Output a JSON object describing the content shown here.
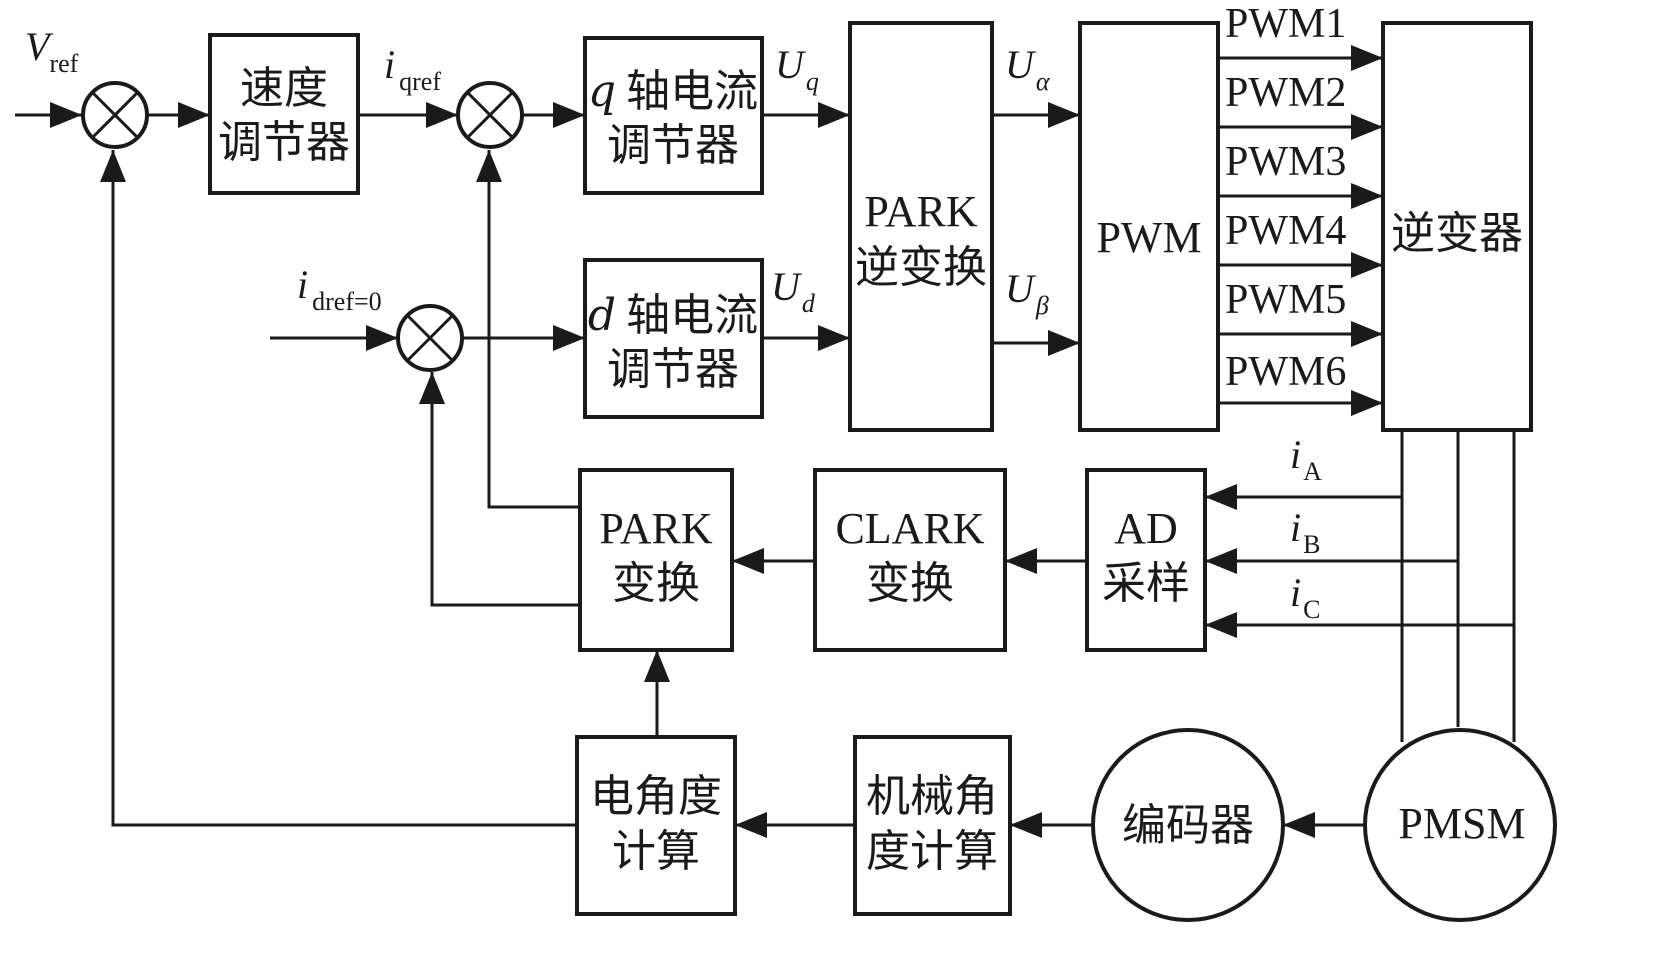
{
  "blocks": {
    "speed_regulator": [
      "速度",
      "调节器"
    ],
    "q_current_regulator": {
      "var": "q",
      "line1": "轴电流",
      "line2": "调节器"
    },
    "d_current_regulator": {
      "var": "d",
      "line1": "轴电流",
      "line2": "调节器"
    },
    "inverse_park": [
      "PARK",
      "逆变换"
    ],
    "pwm": "PWM",
    "inverter": "逆变器",
    "park": [
      "PARK",
      "变换"
    ],
    "clark": [
      "CLARK",
      "变换"
    ],
    "ad_sampling": [
      "AD",
      "采样"
    ],
    "electrical_angle": [
      "电角度",
      "计算"
    ],
    "mechanical_angle": [
      "机械角",
      "度计算"
    ],
    "encoder": "编码器",
    "motor": "PMSM"
  },
  "signals": {
    "v_ref": {
      "main": "V",
      "sub": "ref"
    },
    "i_qref": {
      "main": "i",
      "sub": "qref"
    },
    "i_dref": {
      "main": "i",
      "sub": "dref=0"
    },
    "u_q": {
      "main": "U",
      "sub": "q"
    },
    "u_d": {
      "main": "U",
      "sub": "d"
    },
    "u_alpha": {
      "main": "U",
      "sub": "α"
    },
    "u_beta": {
      "main": "U",
      "sub": "β"
    },
    "i_a": {
      "main": "i",
      "sub": "A"
    },
    "i_b": {
      "main": "i",
      "sub": "B"
    },
    "i_c": {
      "main": "i",
      "sub": "C"
    }
  },
  "pwm_outputs": [
    "PWM1",
    "PWM2",
    "PWM3",
    "PWM4",
    "PWM5",
    "PWM6"
  ],
  "summing_junction_symbol": "×"
}
